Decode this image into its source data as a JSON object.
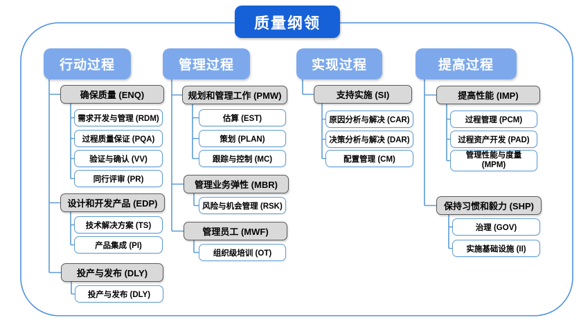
{
  "title": "质量纲领",
  "colors": {
    "title_bg": "#1661d8",
    "header_bg": "#7da9ec",
    "group_fill": "#d9d9d9",
    "group_border": "#595959",
    "child_border": "#5b9bd5",
    "connector": "#5b9bd5",
    "frame_border": "#4a90e2"
  },
  "columns": [
    {
      "header": "行动过程",
      "groups": [
        {
          "label": "确保质量 (ENQ)",
          "children": [
            "需求开发与管理 (RDM)",
            "过程质量保证 (PQA)",
            "验证与确认 (VV)",
            "同行评审 (PR)"
          ]
        },
        {
          "label": "设计和开发产品 (EDP)",
          "children": [
            "技术解决方案 (TS)",
            "产品集成 (PI)"
          ]
        },
        {
          "label": "投产与发布 (DLY)",
          "children": [
            "投产与发布 (DLY)"
          ]
        }
      ]
    },
    {
      "header": "管理过程",
      "groups": [
        {
          "label": "规划和管理工作 (PMW)",
          "children": [
            "估算 (EST)",
            "策划 (PLAN)",
            "跟踪与控制 (MC)"
          ]
        },
        {
          "label": "管理业务弹性 (MBR)",
          "children": [
            "风险与机会管理 (RSK)"
          ]
        },
        {
          "label": "管理员工 (MWF)",
          "children": [
            "组织级培训 (OT)"
          ]
        }
      ]
    },
    {
      "header": "实现过程",
      "groups": [
        {
          "label": "支持实施 (SI)",
          "children": [
            "原因分析与解决 (CAR)",
            "决策分析与解决 (DAR)",
            "配置管理 (CM)"
          ]
        }
      ]
    },
    {
      "header": "提高过程",
      "groups": [
        {
          "label": "提高性能 (IMP)",
          "children": [
            "过程管理 (PCM)",
            "过程资产开发 (PAD)",
            "管理性能与度量 (MPM)"
          ]
        },
        {
          "label": "保持习惯和毅力 (SHP)",
          "children": [
            "治理 (GOV)",
            "实施基础设施 (II)"
          ]
        }
      ]
    }
  ]
}
